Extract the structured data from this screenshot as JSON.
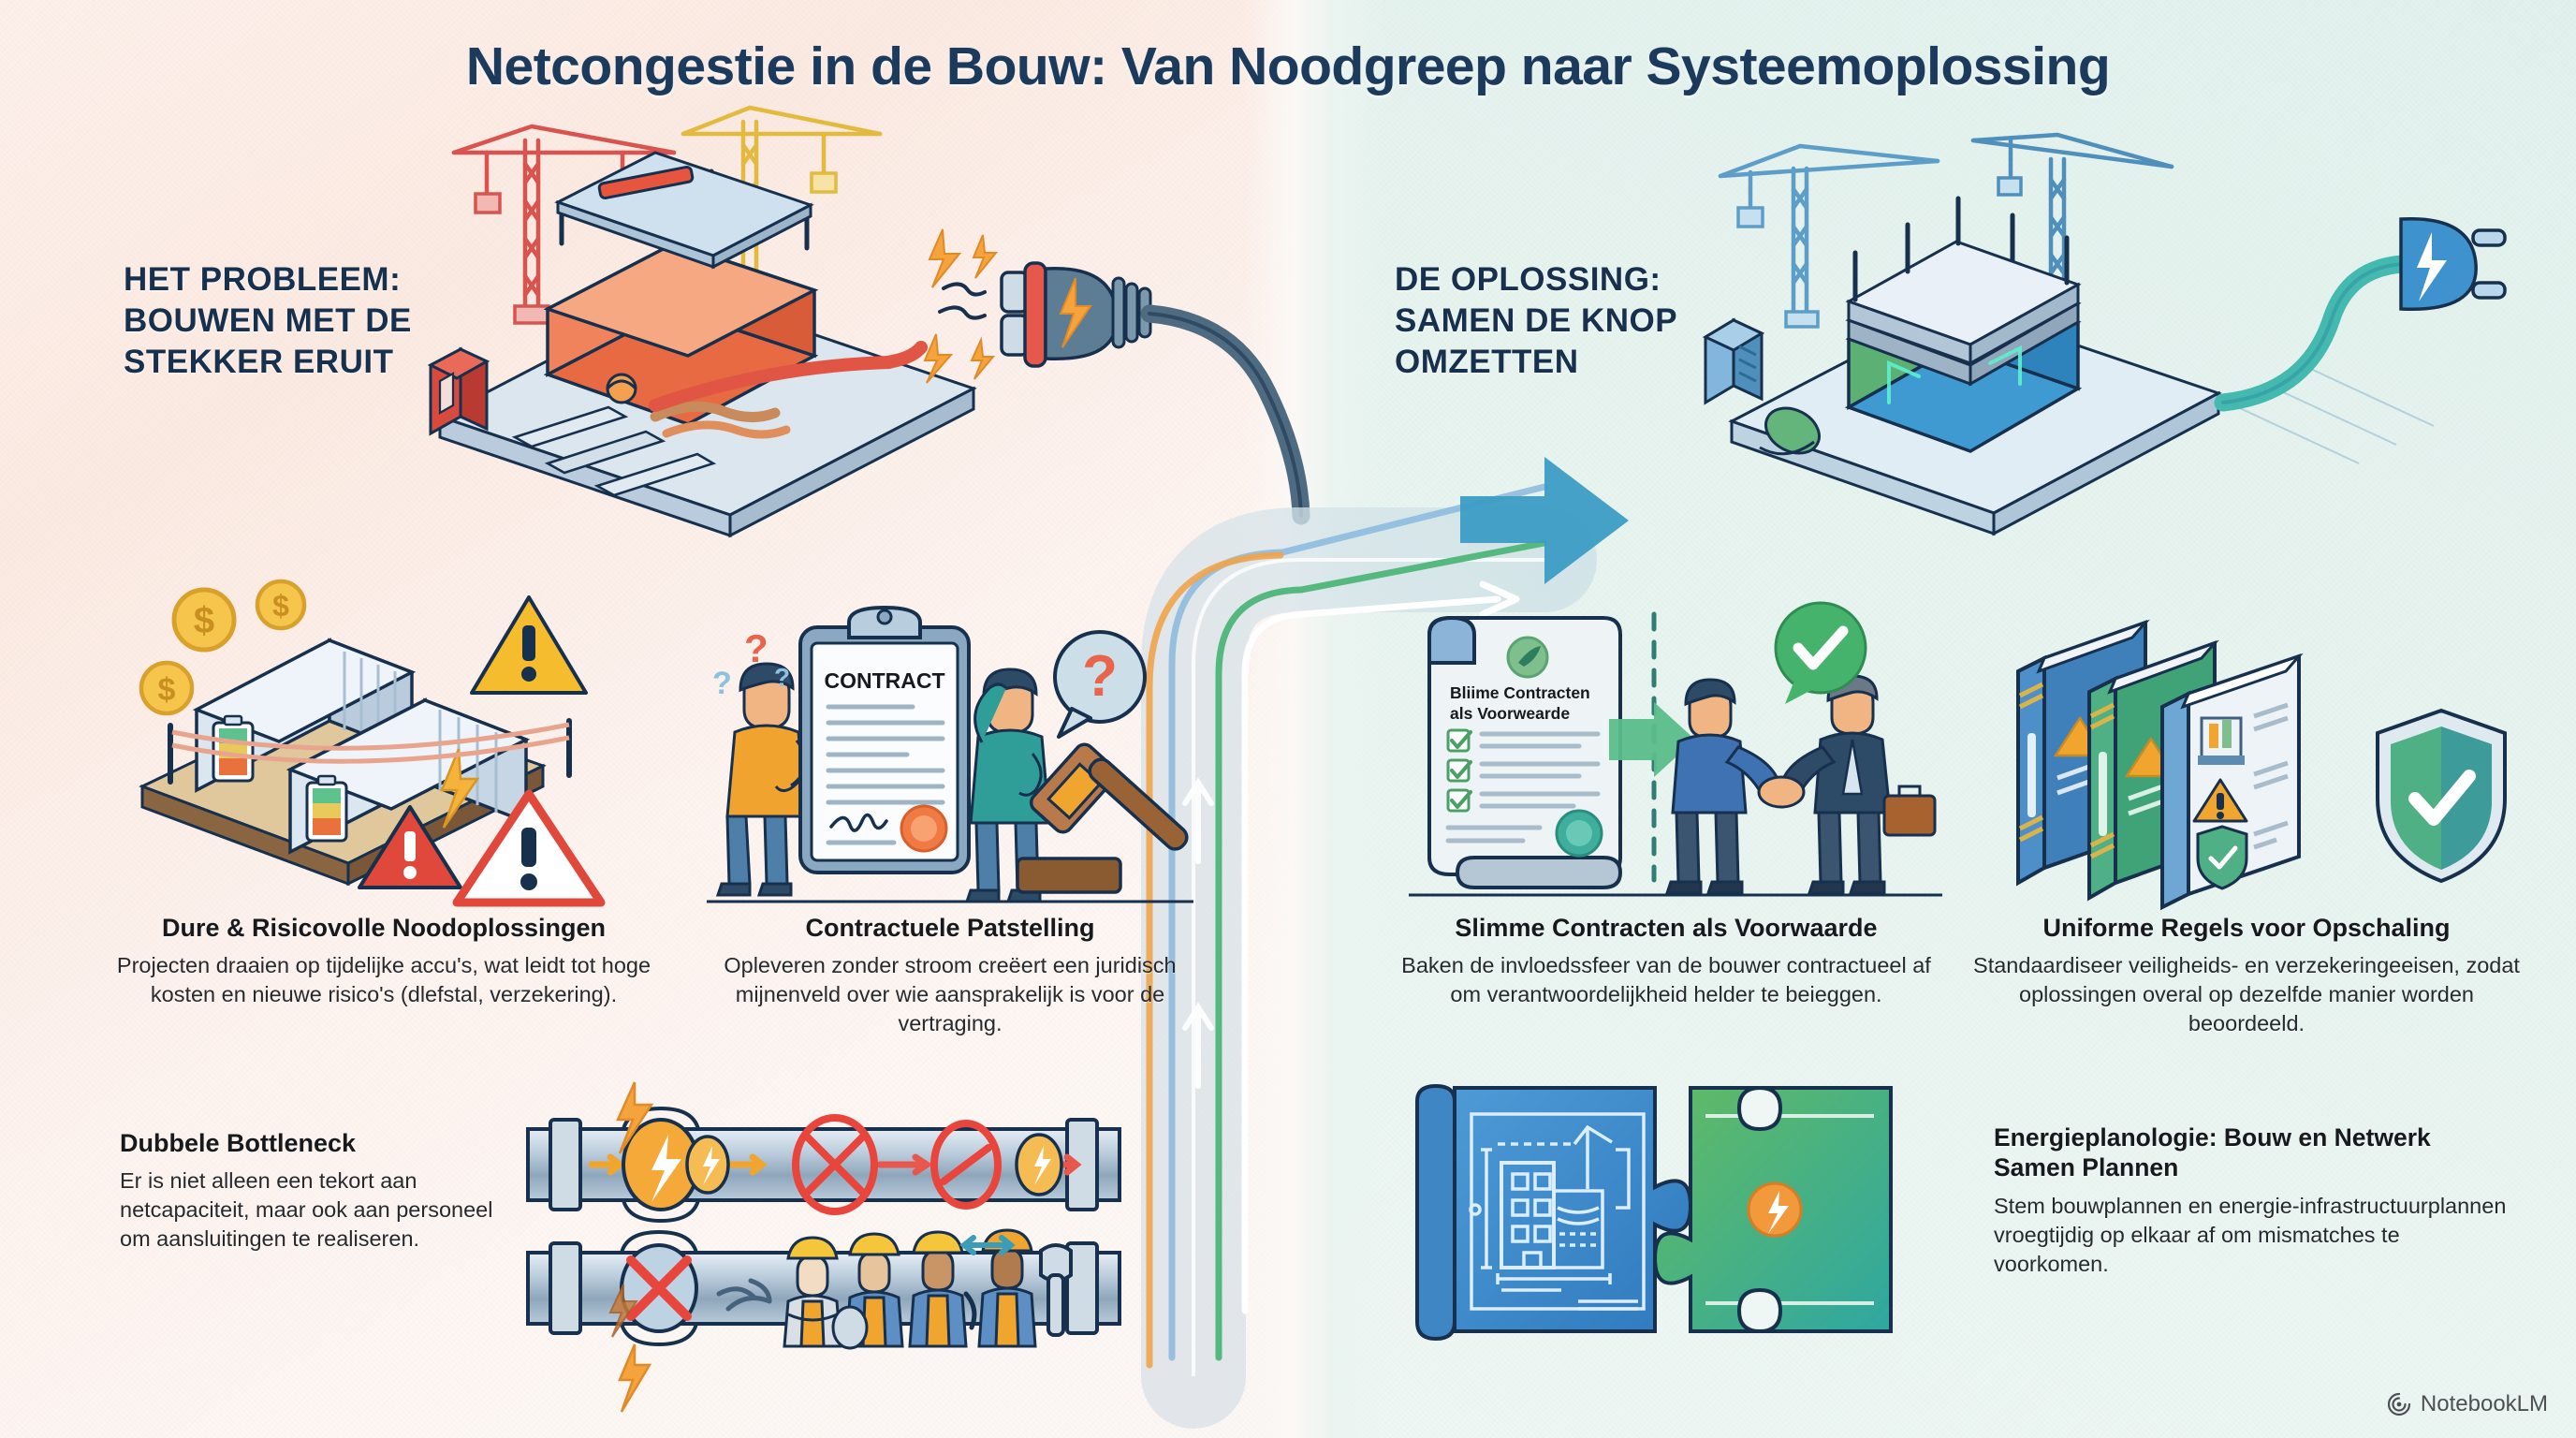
{
  "title": "Netcongestie in de Bouw: Van Noodgreep naar Systeemoplossing",
  "colors": {
    "title_navy": "#1b3a5c",
    "heading_navy": "#17304d",
    "body_dark": "#26292d",
    "problem_bg": "#fdf0ea",
    "solution_bg": "#e6f3ef",
    "accent_orange": "#f5a33c",
    "accent_red": "#e8453c",
    "accent_green": "#4caf78",
    "accent_blue": "#3e8fc4"
  },
  "left_panel": {
    "heading_lines": [
      "HET PROBLEEM:",
      "BOUWEN MET DE",
      "STEKKER ERUIT"
    ],
    "cards": [
      {
        "title": "Dure & Risicovolle Noodoplossingen",
        "body": "Projecten draaien op tijdelijke accu's, wat leidt tot hoge kosten en nieuwe risico's (dlefstal, verzekering)."
      },
      {
        "title": "Contractuele Patstelling",
        "body": "Opleveren zonder stroom creëert een juridisch mijnenveld over wie aansprakelijk is voor de vertraging."
      },
      {
        "title": "Dubbele Bottleneck",
        "body": "Er is niet alleen een tekort aan netcapaciteit, maar ook aan personeel om aansluitingen te realiseren."
      }
    ],
    "illustration_labels": {
      "clipboard_text": "CONTRACT",
      "battery_icon": "battery-container-icon",
      "money_icon": "dollar-coin-icon",
      "warning_icon": "warning-triangle-icon",
      "plug_icon": "unplugged-plug-icon",
      "gavel_icon": "gavel-icon",
      "question_icon": "question-mark-icon",
      "pipe_icon": "blocked-pipeline-icon",
      "worker_icon": "construction-worker-icon"
    }
  },
  "right_panel": {
    "heading_lines": [
      "DE OPLOSSING:",
      "SAMEN DE KNOP",
      "OMZETTEN"
    ],
    "cards": [
      {
        "title": "Slimme Contracten als Voorwaarde",
        "body": "Baken de invloedssfeer van de bouwer contractueel af om verantwoordelijkheid helder te beieggen."
      },
      {
        "title": "Uniforme Regels voor Opschaling",
        "body": "Standaardiseer veiligheids- en verzekeringeeisen, zodat oplossingen overal op dezelfde manier worden beoordeeld."
      },
      {
        "title": "Energieplanologie: Bouw en Netwerk Samen Plannen",
        "body": "Stem bouwplannen en energie-infrastructuurplannen vroegtijdig op elkaar af om mismatches te voorkomen."
      }
    ],
    "illustration_labels": {
      "scroll_title_lines": [
        "Bliime Contracten",
        "als Voorwearde"
      ],
      "handshake_icon": "handshake-icon",
      "check_bubble_icon": "green-check-bubble-icon",
      "books_icon": "regulation-books-icon",
      "shield_icon": "shield-check-icon",
      "puzzle_icon": "puzzle-piece-icon",
      "blueprint_icon": "blueprint-icon",
      "plug_icon": "connected-plug-icon",
      "crane_icon": "tower-crane-icon"
    }
  },
  "watermark": {
    "label": "NotebookLM",
    "icon": "notebooklm-spiral-icon"
  }
}
